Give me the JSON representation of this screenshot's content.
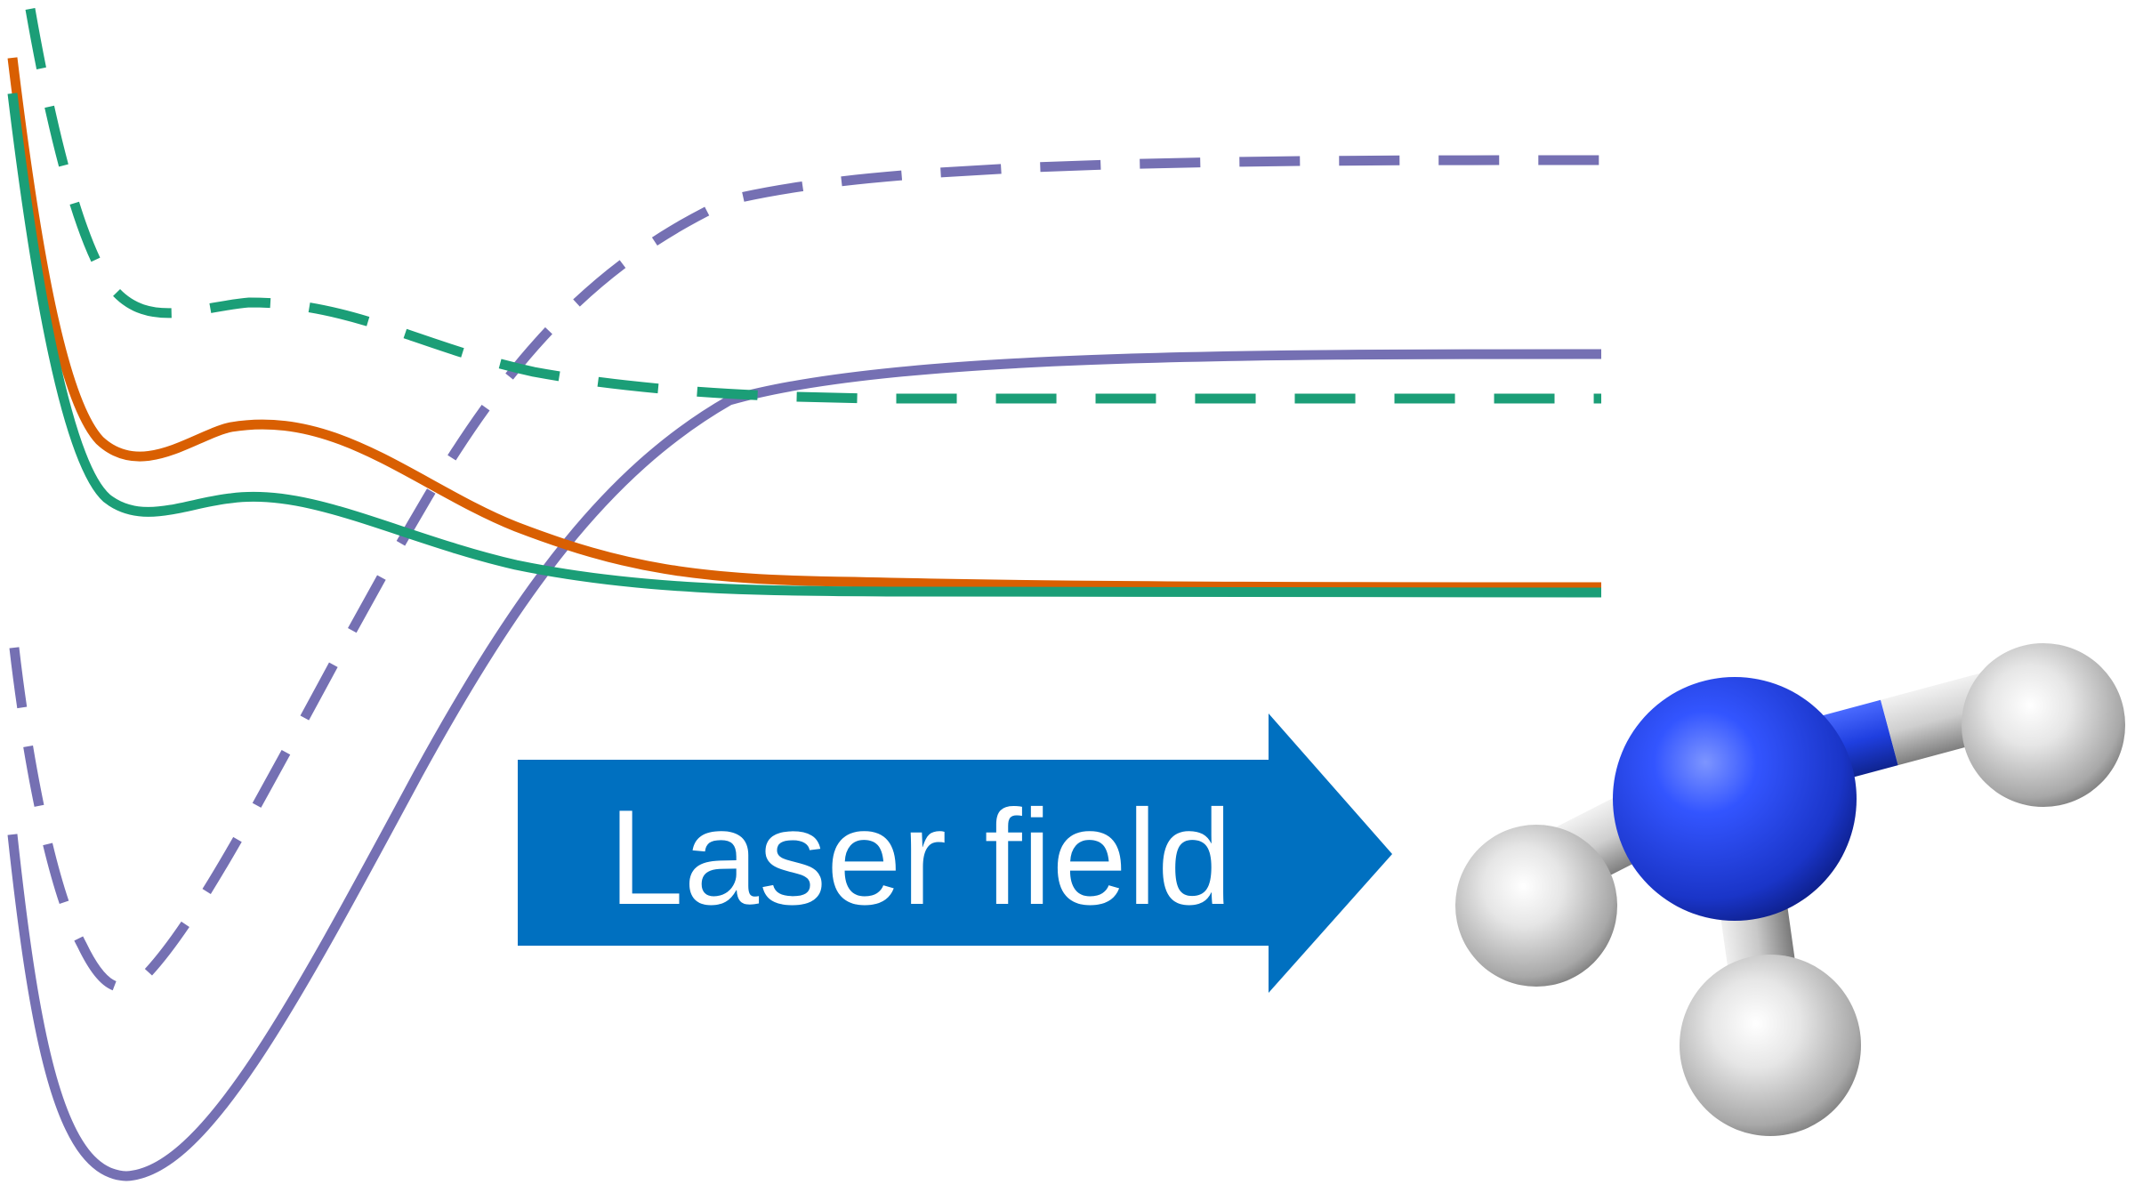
{
  "colors": {
    "purple": "#7570b3",
    "orange": "#d95f02",
    "green": "#1b9e77",
    "arrow": "#0070c0",
    "nitrogen": "#2a4cf0",
    "hydrogen": "#d6d6d6",
    "background": "#ffffff"
  },
  "arrow": {
    "label": "Laser field",
    "direction": "right"
  },
  "molecule": {
    "atoms": [
      "N",
      "H",
      "H",
      "H"
    ],
    "style": "ball-and-stick"
  },
  "curves": [
    {
      "id": "purple-solid",
      "color_key": "purple",
      "line_style": "solid"
    },
    {
      "id": "purple-dashed",
      "color_key": "purple",
      "line_style": "dashed"
    },
    {
      "id": "orange-solid",
      "color_key": "orange",
      "line_style": "solid"
    },
    {
      "id": "green-solid",
      "color_key": "green",
      "line_style": "solid"
    },
    {
      "id": "green-dashed",
      "color_key": "green",
      "line_style": "dashed"
    }
  ]
}
